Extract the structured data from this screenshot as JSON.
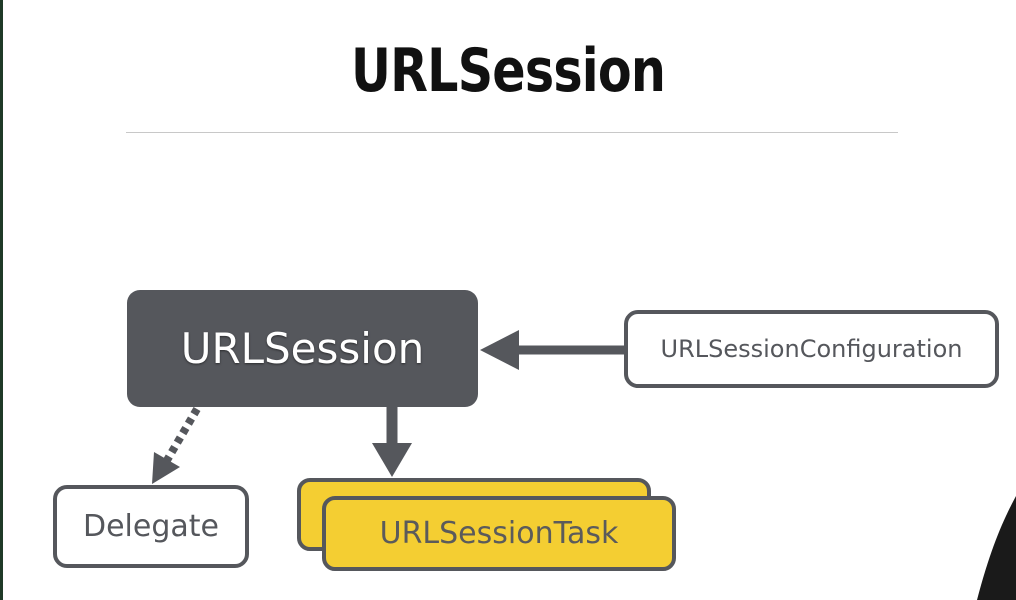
{
  "title": "URLSession",
  "diagram": {
    "session_label": "URLSession",
    "configuration_label": "URLSessionConfiguration",
    "delegate_label": "Delegate",
    "task_label": "URLSessionTask"
  },
  "colors": {
    "session_fill": "#55575c",
    "task_fill": "#f4ce32",
    "outline": "#55575c",
    "background": "#ffffff"
  }
}
